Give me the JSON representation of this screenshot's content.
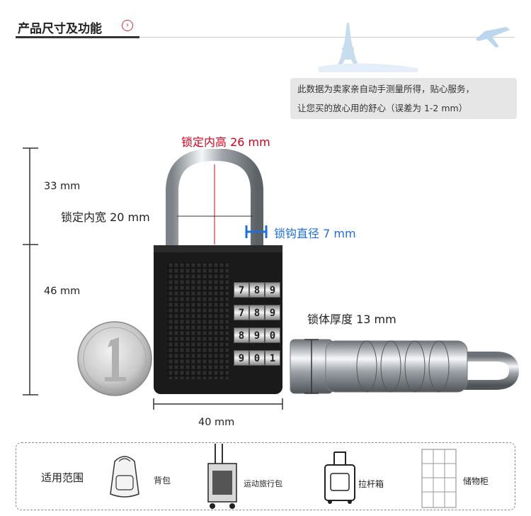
{
  "header": {
    "title": "产品尺寸及功能",
    "arrow": "›"
  },
  "note": {
    "line1": "此数据为卖家亲自动手测量所得，贴心服务，",
    "line2": "让您买的放心用的舒心（误差为 1-2 mm）"
  },
  "dimensions": {
    "shackle_inner_height": "锁定内高 26 mm",
    "top_height": "33 mm",
    "inner_width": "锁定内宽 20 mm",
    "shackle_diameter": "锁钩直径 7 mm",
    "body_height": "46 mm",
    "body_thickness": "锁体厚度 13 mm",
    "width": "40 mm"
  },
  "dials": [
    [
      "7",
      "8",
      "9"
    ],
    [
      "7",
      "8",
      "9"
    ],
    [
      "8",
      "9",
      "0"
    ],
    [
      "9",
      "0",
      "1"
    ]
  ],
  "usage": {
    "label": "适用范围",
    "items": [
      {
        "name": "背包",
        "icon": "backpack-icon"
      },
      {
        "name": "运动旅行包",
        "icon": "luggage-bag-icon"
      },
      {
        "name": "拉杆箱",
        "icon": "trolley-case-icon"
      },
      {
        "name": "储物柜",
        "icon": "locker-icon"
      }
    ]
  },
  "colors": {
    "red_label": "#d0021b",
    "blue_label": "#1e6fd9"
  }
}
